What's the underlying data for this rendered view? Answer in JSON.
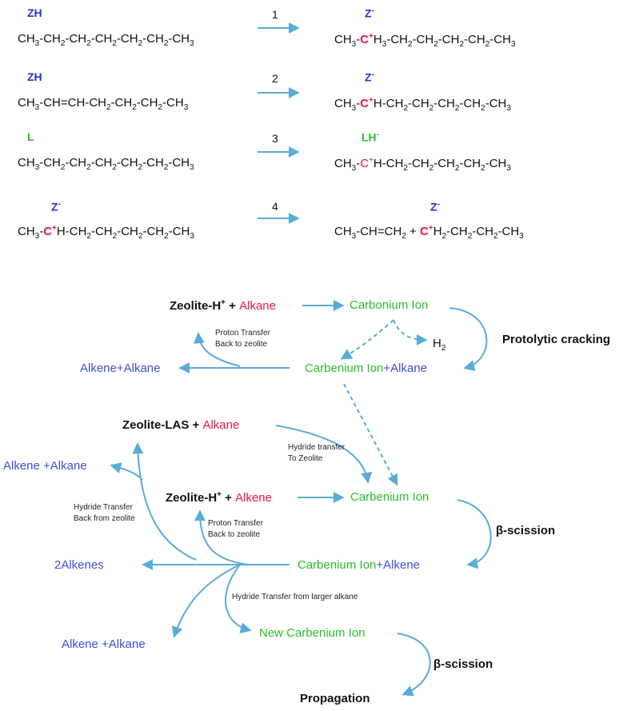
{
  "reactions": [
    {
      "step": "1",
      "reactant_catalyst": "ZH",
      "product_catalyst": "Z",
      "product_catalyst_sup": "-",
      "reactant": [
        "CH",
        "3",
        "-CH",
        "2",
        "-CH",
        "2",
        "-CH",
        "2",
        "-CH",
        "2",
        "-CH",
        "2",
        "-CH",
        "3"
      ],
      "product": {
        "pre": "CH",
        "pre_sub": "3",
        "dash": "-",
        "cation": "C",
        "cation_sup": "+",
        "post": "H",
        "post_sub": "3",
        "rest": [
          "-CH",
          "2",
          "-CH",
          "2",
          "-CH",
          "2",
          "-CH",
          "2",
          "-CH",
          "3"
        ]
      }
    },
    {
      "step": "2",
      "reactant_catalyst": "ZH",
      "product_catalyst": "Z",
      "product_catalyst_sup": "-",
      "reactant": [
        "CH",
        "3",
        "-CH=CH-CH",
        "2",
        "-CH",
        "2",
        "-CH",
        "2",
        "-CH",
        "3"
      ],
      "product": {
        "pre": "CH",
        "pre_sub": "3",
        "dash": "-",
        "cation": "C",
        "cation_sup": "+",
        "post": "H",
        "post_sub": "",
        "rest": [
          "-CH",
          "2",
          "-CH",
          "2",
          "-CH",
          "2",
          "-CH",
          "2",
          "-CH",
          "3"
        ]
      }
    },
    {
      "step": "3",
      "reactant_catalyst": "L",
      "product_catalyst": "LH",
      "product_catalyst_sup": "-",
      "reactant": [
        "CH",
        "3",
        "-CH",
        "2",
        "-CH",
        "2",
        "-CH",
        "2",
        "-CH",
        "2",
        "-CH",
        "2",
        "-CH",
        "3"
      ],
      "product": {
        "pre": "CH",
        "pre_sub": "3",
        "dash": "-",
        "cation": "C",
        "cation_sup": "+",
        "post": "H",
        "post_sub": "",
        "rest": [
          "-CH",
          "2",
          "-CH",
          "2",
          "-CH",
          "2",
          "-CH",
          "2",
          "-CH",
          "3"
        ]
      }
    },
    {
      "step": "4",
      "reactant_catalyst": "Z",
      "reactant_catalyst_sup": "-",
      "product_catalyst": "Z",
      "product_catalyst_sup": "-"
    }
  ],
  "r4": {
    "reactant_pre": "CH",
    "reactant_pre_sub": "3",
    "dash": "-",
    "cation": "C",
    "cation_sup": "+",
    "reactant_post": "H-CH",
    "reactant_post_sub1": "2",
    "reactant_rest": [
      "-CH",
      "2",
      "-CH",
      "2",
      "-CH",
      "2",
      "-CH",
      "3"
    ],
    "prod_left": "CH",
    "prod_left_sub": "3",
    "prod_mid": "-CH=CH",
    "prod_mid_sub": "2",
    "plus": " + ",
    "prod_cation": "C",
    "prod_cation_sup": "+",
    "prod_post": "H",
    "prod_post_sub": "2",
    "prod_rest": [
      "-CH",
      "2",
      "-CH",
      "2",
      "-CH",
      "3"
    ]
  },
  "mechanism": {
    "zeolite_h": "Zeolite-H",
    "zeolite_h_sup": "+",
    "plus": " + ",
    "alkane": "Alkane",
    "alkene": "Alkene",
    "carbonium_ion": "Carbonium Ion",
    "h2": "H",
    "h2_sub": "2",
    "protolytic_cracking": "Protolytic cracking",
    "proton_transfer_1": "Proton Transfer",
    "back_to_zeolite_1": "Back to zeolite",
    "alkene_alkane_1": "Alkene+Alkane",
    "carbenium_ion": "Carbenium Ion",
    "plus_alkane": "+Alkane",
    "zeolite_las": "Zeolite-LAS",
    "hydride_transfer": "Hydride transfer",
    "to_zeolite": "To Zeolite",
    "alkene_alkane_2": "Alkene +Alkane",
    "carbenium_ion_2": "Carbenium Ion",
    "beta_scission_1": "β-scission",
    "hydride_transfer_back_1": "Hydride Transfer",
    "hydride_transfer_back_2": "Back from zeolite",
    "proton_transfer_2": "Proton Transfer",
    "back_to_zeolite_2": "Back to zeolite",
    "two_alkenes": "2Alkenes",
    "carbenium_ion_3": "Carbenium Ion",
    "plus_alkene": "+Alkene",
    "hydride_from_larger": "Hydride Transfer from larger alkane",
    "alkene_alkane_3": "Alkene +Alkane",
    "new_carbenium_ion": "New Carbenium Ion",
    "beta_scission_2": "β-scission",
    "propagation": "Propagation"
  },
  "colors": {
    "arrow": "#5aacd8",
    "catalyst_blue": "#1f36d6",
    "green": "#2bbd2b",
    "pink": "#e8174a",
    "alkene_blue": "#3d4fd6"
  }
}
